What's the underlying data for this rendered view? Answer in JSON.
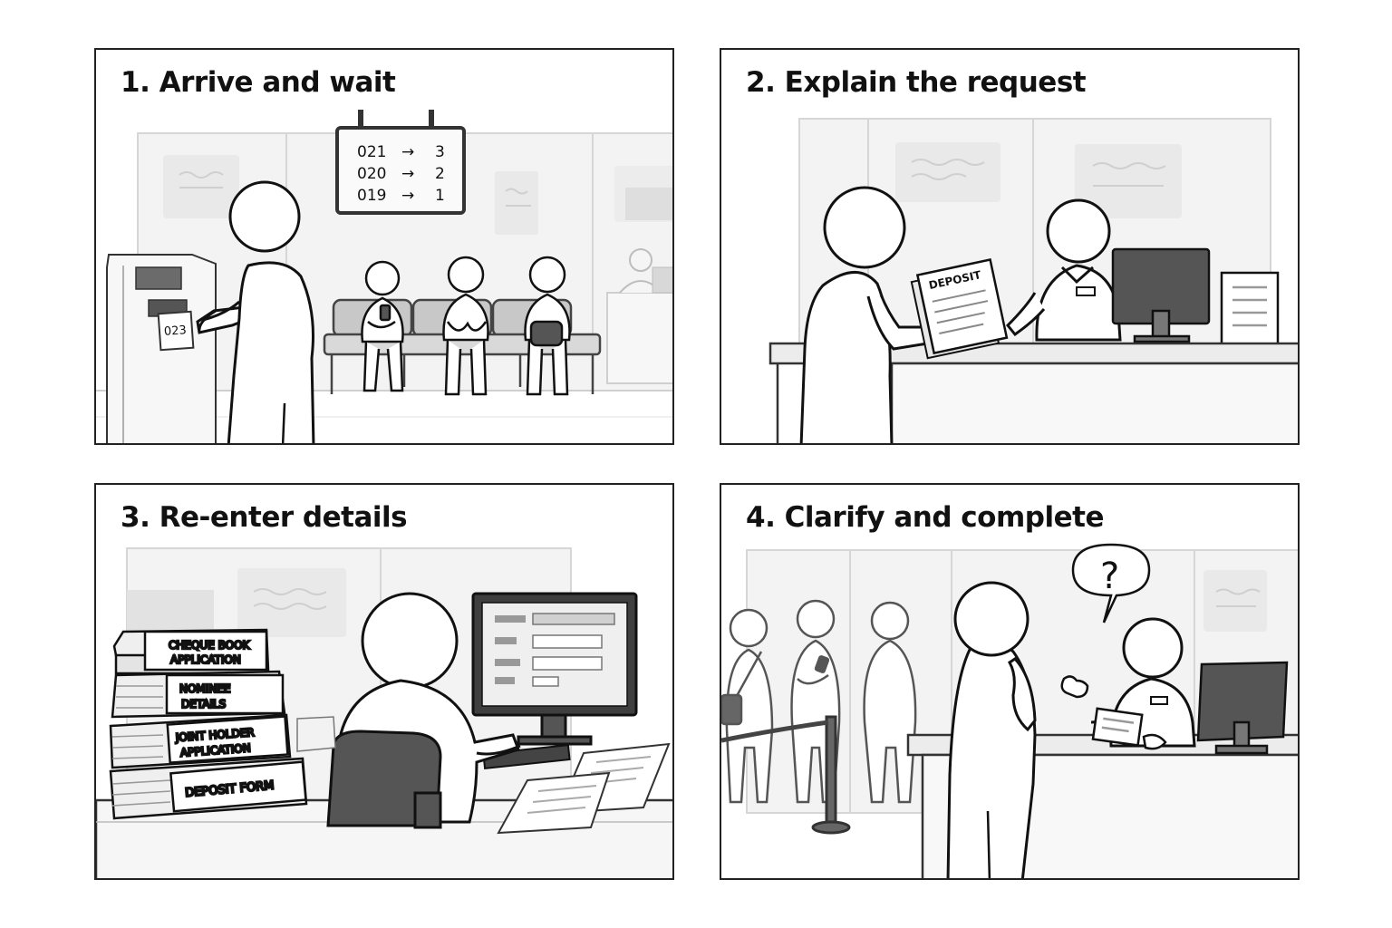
{
  "panels": [
    {
      "id": "p1",
      "title": "1. Arrive and wait"
    },
    {
      "id": "p2",
      "title": "2. Explain the request"
    },
    {
      "id": "p3",
      "title": "3. Re-enter details"
    },
    {
      "id": "p4",
      "title": "4. Clarify and complete"
    }
  ],
  "queue_board": {
    "rows": [
      {
        "ticket": "021",
        "arrow": "→",
        "counter": "3"
      },
      {
        "ticket": "020",
        "arrow": "→",
        "counter": "2"
      },
      {
        "ticket": "019",
        "arrow": "→",
        "counter": "1"
      }
    ]
  },
  "ticket_number": "023",
  "deposit_slip_label": "DEPOSIT",
  "forms": {
    "cheque_line1": "CHEQUE BOOK",
    "cheque_line2": "APPLICATION",
    "nominee_line1": "NOMINEE",
    "nominee_line2": "DETAILS",
    "joint_line1": "JOINT HOLDER",
    "joint_line2": "APPLICATION",
    "deposit_form": "DEPOSIT FORM"
  },
  "speech_bubble": "?"
}
